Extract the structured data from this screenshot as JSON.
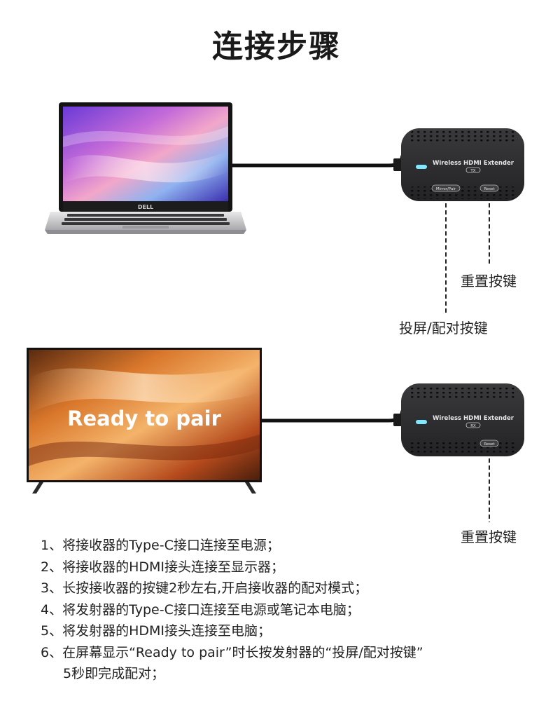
{
  "title": "连接步骤",
  "laptop": {
    "brand": "DELL"
  },
  "tx_device": {
    "model_text": "Wireless HDMI Extender",
    "tag": "TX",
    "button_left": "Mirror/Pair",
    "button_right": "Reset"
  },
  "rx_device": {
    "model_text": "Wireless HDMI Extender",
    "tag": "RX",
    "button": "Reset"
  },
  "tv": {
    "screen_text": "Ready to pair"
  },
  "callouts": {
    "tx_reset": "重置按键",
    "tx_pair": "投屏/配对按键",
    "rx_reset": "重置按键"
  },
  "steps": [
    "1、将接收器的Type-C接口连接至电源；",
    "2、将接收器的HDMI接头连接至显示器；",
    "3、长按接收器的按键2秒左右,开启接收器的配对模式；",
    "4、将发射器的Type-C接口连接至电源或笔记本电脑；",
    "5、将发射器的HDMI接头连接至电脑；",
    "6、在屏幕显示“Ready to pair”时长按发射器的“投屏/配对按键”",
    "5秒即完成配对；"
  ],
  "colors": {
    "cable": "#111111",
    "device_body": "#2e2e30",
    "led": "#7fe8ff",
    "callout_line": "#222222"
  }
}
